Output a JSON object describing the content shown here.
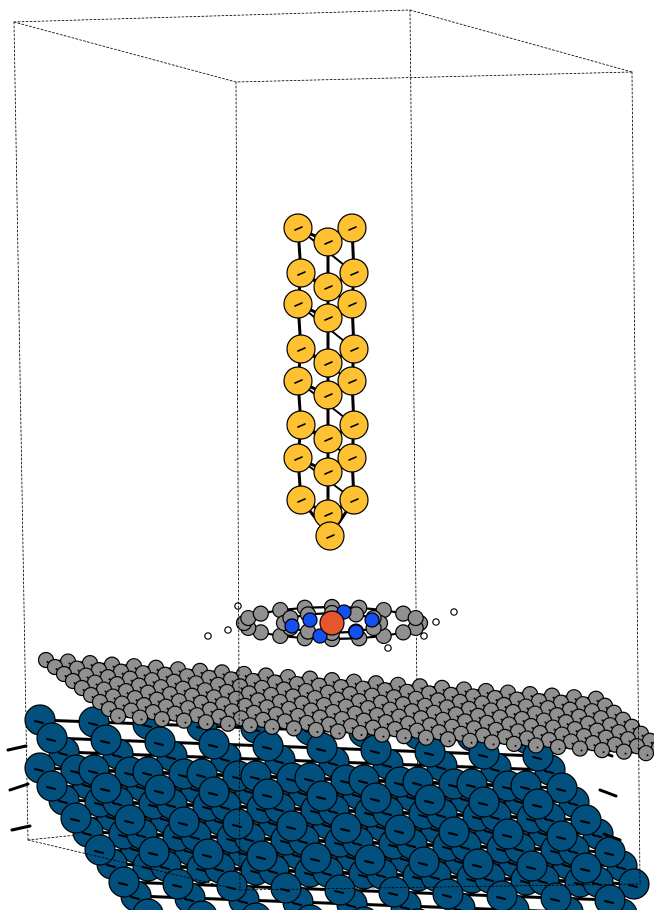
{
  "scene": {
    "colors": {
      "background": "#ffffff",
      "cell_edge": "#000000",
      "bond": "#000000",
      "gold_atom": "#FDC132",
      "carbon_atom": "#909090",
      "nitrogen_atom": "#1450F0",
      "metal_center_atom": "#E4572E",
      "hydrogen_atom": "#ffffff",
      "substrate_atom": "#02507E"
    },
    "components": [
      {
        "key": "unit-cell",
        "kind": "dashed box"
      },
      {
        "key": "gold-wire",
        "kind": "vertical cluster"
      },
      {
        "key": "porphyrin-molecule",
        "kind": "flat molecule"
      },
      {
        "key": "graphene-sheet",
        "kind": "tilted hexagonal sheet"
      },
      {
        "key": "metal-slab",
        "kind": "atomic slab"
      }
    ]
  }
}
